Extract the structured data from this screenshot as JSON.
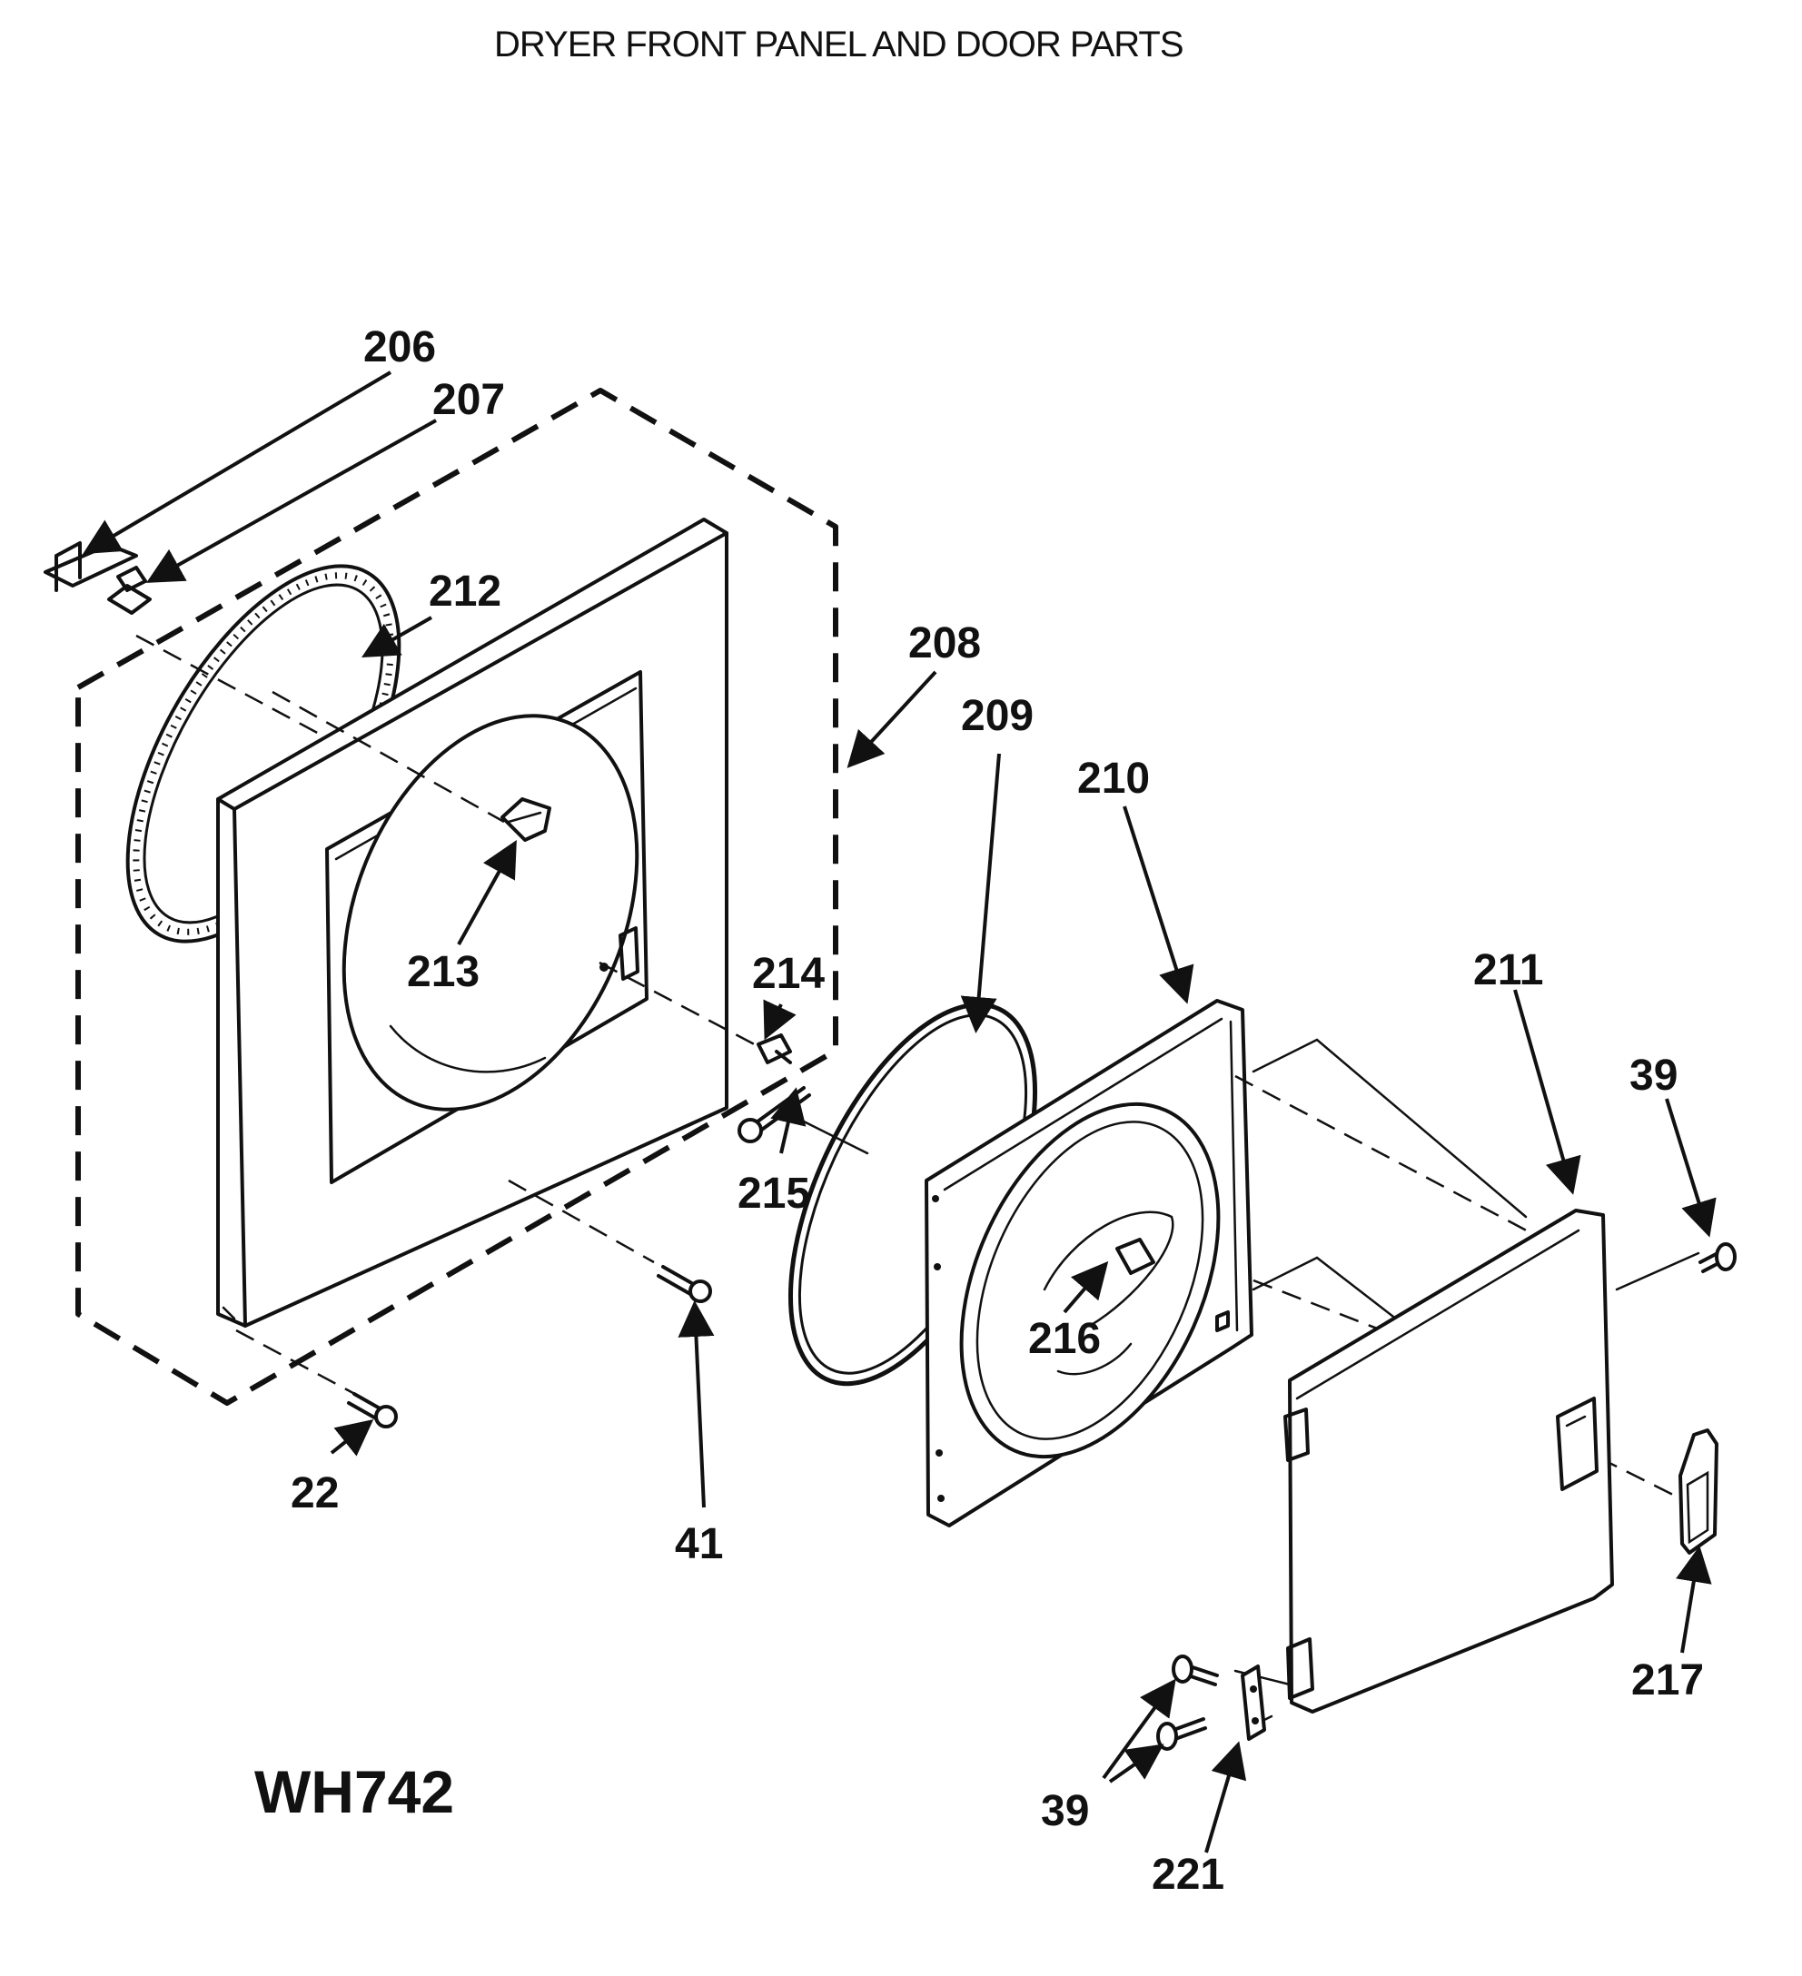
{
  "title": "DRYER FRONT PANEL AND DOOR PARTS",
  "model": "WH742",
  "callouts": {
    "c206": "206",
    "c207": "207",
    "c208": "208",
    "c209": "209",
    "c210": "210",
    "c211": "211",
    "c212": "212",
    "c213": "213",
    "c214": "214",
    "c215": "215",
    "c216": "216",
    "c217": "217",
    "c221": "221",
    "c22": "22",
    "c41": "41",
    "c39_right": "39",
    "c39_bottom": "39"
  }
}
